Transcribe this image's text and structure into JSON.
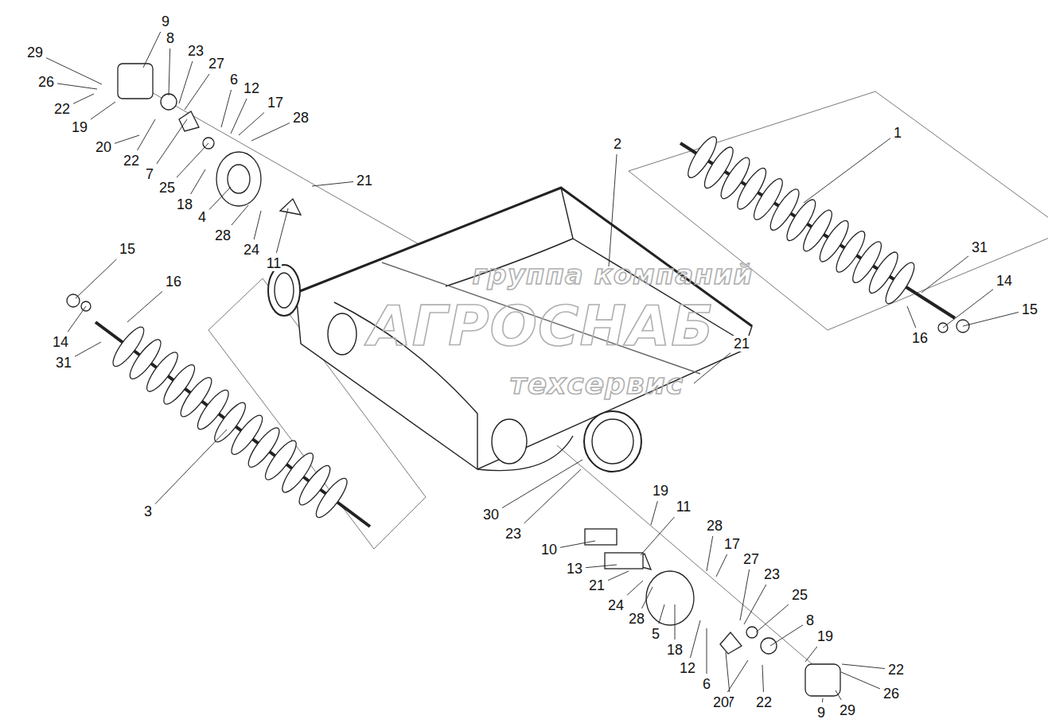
{
  "diagram": {
    "labels": [
      "9",
      "29",
      "8",
      "23",
      "27",
      "26",
      "6",
      "12",
      "22",
      "17",
      "19",
      "28",
      "20",
      "22",
      "7",
      "25",
      "21",
      "18",
      "4",
      "28",
      "24",
      "11",
      "2",
      "1",
      "15",
      "16",
      "31",
      "14",
      "15",
      "16",
      "14",
      "31",
      "21",
      "3",
      "19",
      "11",
      "30",
      "23",
      "28",
      "10",
      "17",
      "27",
      "13",
      "23",
      "21",
      "25",
      "24",
      "28",
      "5",
      "8",
      "18",
      "19",
      "12",
      "6",
      "22",
      "7",
      "26",
      "29",
      "20",
      "22",
      "9",
      "группа компаний",
      "АГРОСНАБ",
      "техсервис"
    ]
  }
}
